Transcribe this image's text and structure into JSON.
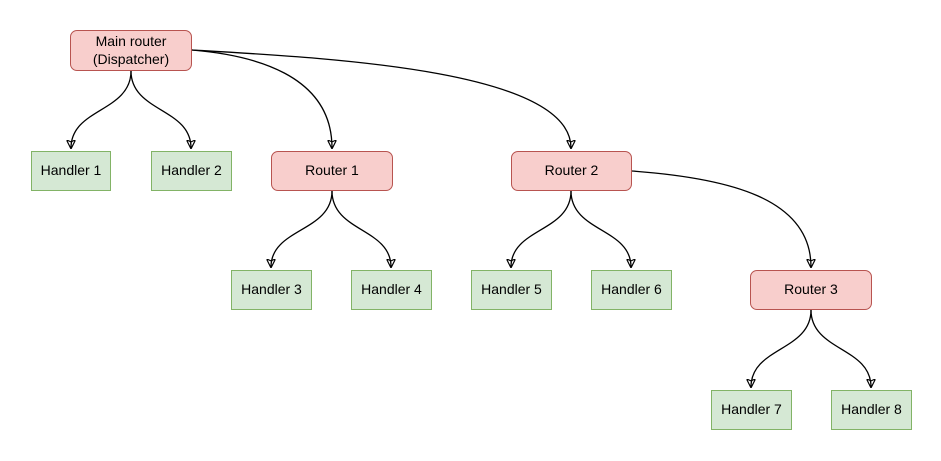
{
  "diagram": {
    "nodes": {
      "main_router": {
        "label": "Main router\n(Dispatcher)",
        "type": "router"
      },
      "handler_1": {
        "label": "Handler 1",
        "type": "handler"
      },
      "handler_2": {
        "label": "Handler 2",
        "type": "handler"
      },
      "router_1": {
        "label": "Router 1",
        "type": "router"
      },
      "router_2": {
        "label": "Router 2",
        "type": "router"
      },
      "handler_3": {
        "label": "Handler 3",
        "type": "handler"
      },
      "handler_4": {
        "label": "Handler 4",
        "type": "handler"
      },
      "handler_5": {
        "label": "Handler 5",
        "type": "handler"
      },
      "handler_6": {
        "label": "Handler 6",
        "type": "handler"
      },
      "router_3": {
        "label": "Router 3",
        "type": "router"
      },
      "handler_7": {
        "label": "Handler 7",
        "type": "handler"
      },
      "handler_8": {
        "label": "Handler 8",
        "type": "handler"
      }
    },
    "edges": [
      {
        "from": "main_router",
        "to": "handler_1"
      },
      {
        "from": "main_router",
        "to": "handler_2"
      },
      {
        "from": "main_router",
        "to": "router_1"
      },
      {
        "from": "main_router",
        "to": "router_2"
      },
      {
        "from": "router_1",
        "to": "handler_3"
      },
      {
        "from": "router_1",
        "to": "handler_4"
      },
      {
        "from": "router_2",
        "to": "handler_5"
      },
      {
        "from": "router_2",
        "to": "handler_6"
      },
      {
        "from": "router_2",
        "to": "router_3"
      },
      {
        "from": "router_3",
        "to": "handler_7"
      },
      {
        "from": "router_3",
        "to": "handler_8"
      }
    ],
    "colors": {
      "router_fill": "#f8cecc",
      "router_stroke": "#b85450",
      "handler_fill": "#d5e8d4",
      "handler_stroke": "#82b366",
      "edge_stroke": "#000000",
      "background": "#ffffff"
    }
  }
}
